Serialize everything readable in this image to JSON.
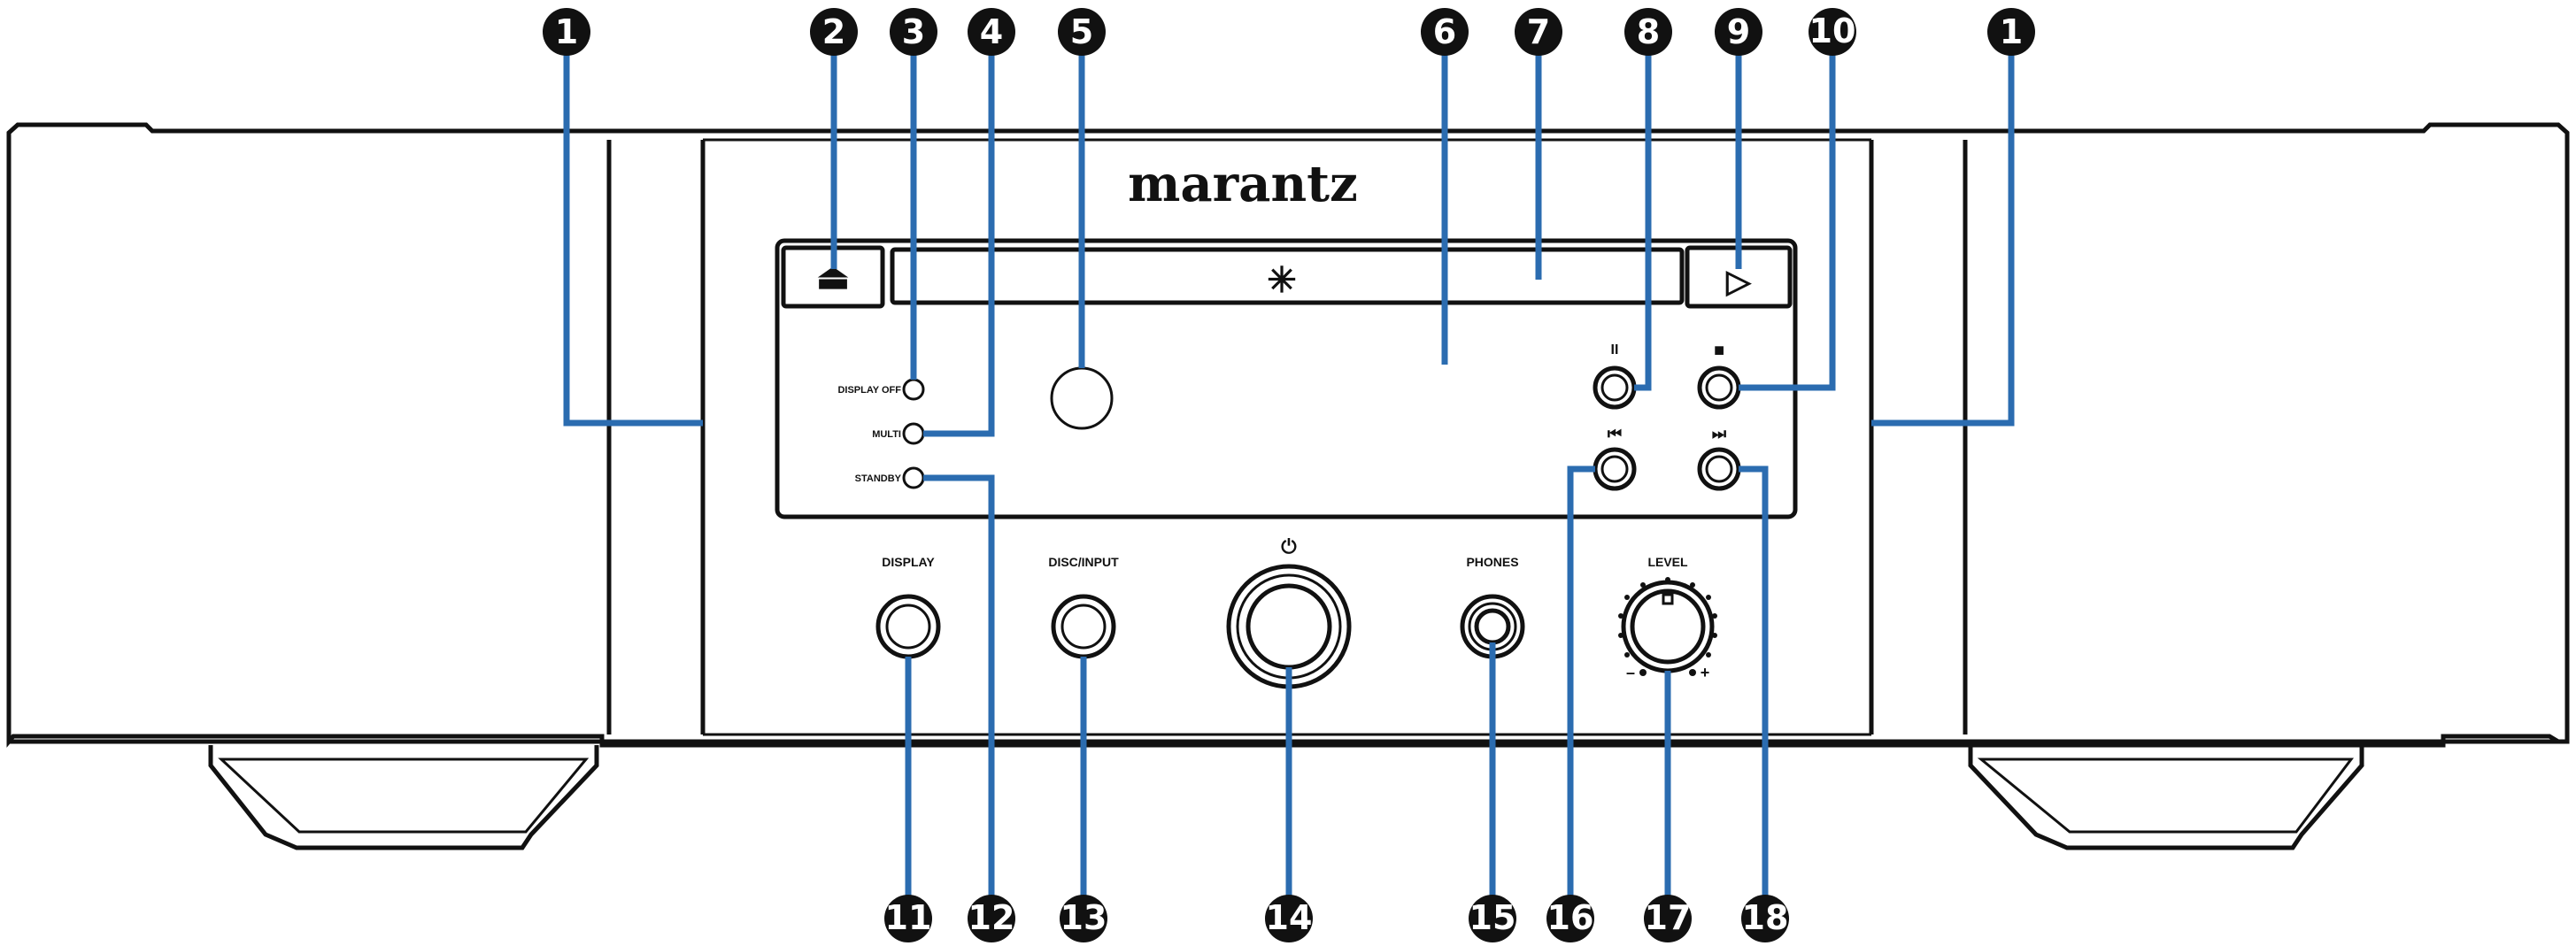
{
  "brand": "marantz",
  "labels": {
    "display_off": "DISPLAY OFF",
    "multi": "MULTI",
    "standby": "STANDBY",
    "display": "DISPLAY",
    "disc_input": "DISC/INPUT",
    "phones": "PHONES",
    "level": "LEVEL",
    "level_minus": "–",
    "level_plus": "+"
  },
  "glyphs": {
    "eject": "⏏",
    "play": "▷",
    "pause": "II",
    "stop": "■",
    "prev": "⏮",
    "next": "⏭",
    "power": "⏻",
    "star": "✳"
  },
  "callouts": [
    "1",
    "2",
    "3",
    "4",
    "5",
    "6",
    "7",
    "8",
    "9",
    "10",
    "1",
    "11",
    "12",
    "13",
    "14",
    "15",
    "16",
    "17",
    "18"
  ],
  "colors": {
    "callout_line": "#2b6cb0",
    "badge": "#111111",
    "outline": "#111111"
  }
}
